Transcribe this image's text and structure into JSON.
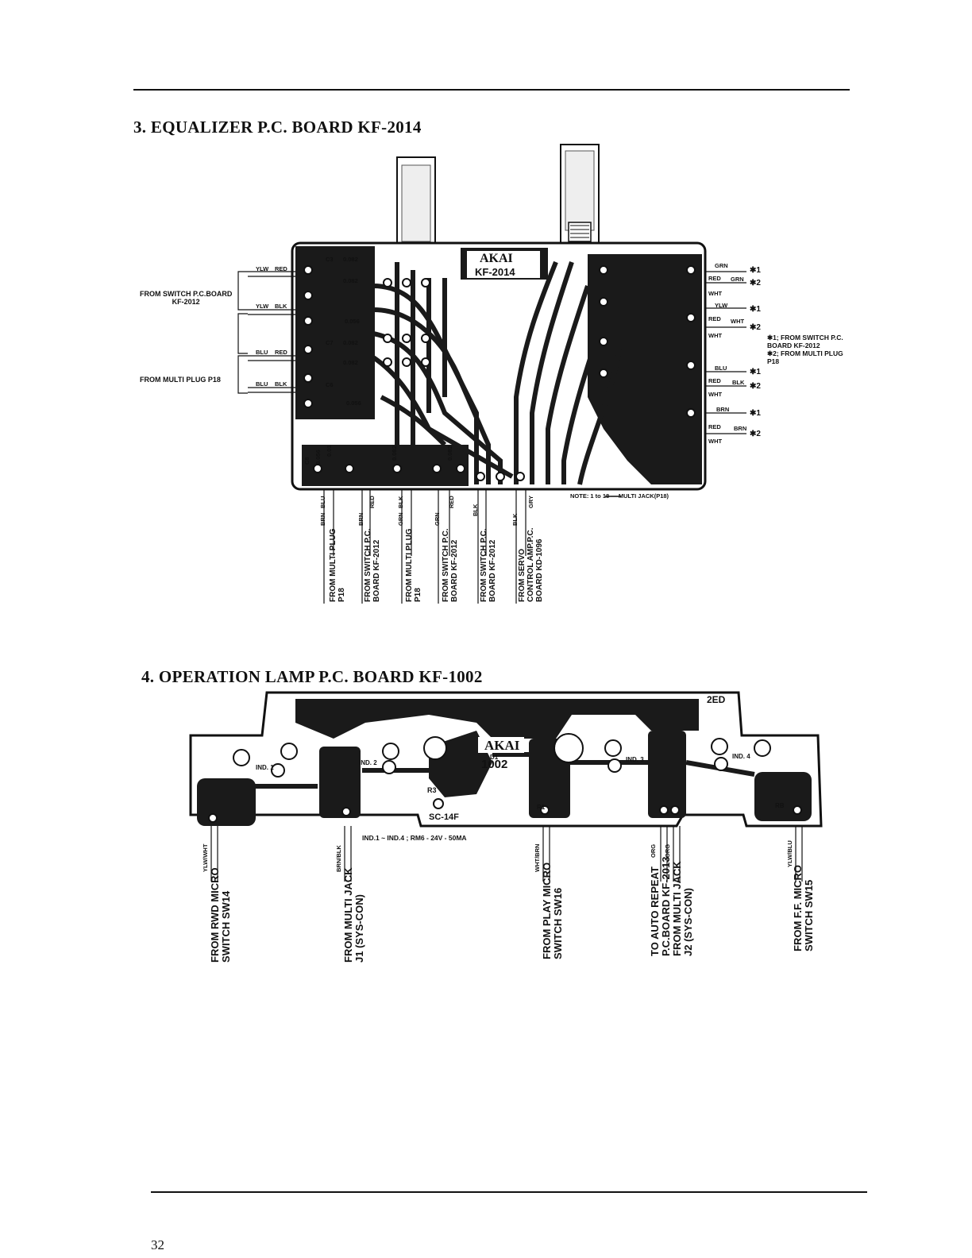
{
  "section3": {
    "heading": "3. EQUALIZER P.C. BOARD KF-2014",
    "board_logo": "AKAI",
    "board_code": "KF-2014",
    "left_labels": {
      "from_switch": "FROM SWITCH P.C.BOARD\nKF-2012",
      "from_multi": "FROM MULTI PLUG P18"
    },
    "left_wires": [
      "YLW",
      "RED",
      "YLW",
      "BLK",
      "BLU",
      "RED",
      "BLU",
      "BLK"
    ],
    "components": [
      "C3",
      "0.082",
      "0.082",
      "0.056",
      "C7",
      "0.082",
      "0.082",
      "C6",
      "0.056",
      "C8",
      "0.056",
      "0.01",
      "0.082",
      "0.082"
    ],
    "right_wires": [
      "GRN",
      "RED",
      "GRN",
      "WHT",
      "YLW",
      "RED",
      "WHT",
      "WHT",
      "BLU",
      "RED",
      "BLK",
      "WHT",
      "BRN",
      "RED",
      "BRN",
      "WHT"
    ],
    "right_refs": [
      "✱1",
      "✱2",
      "✱1",
      "✱2",
      "✱1",
      "✱2",
      "✱1",
      "✱2"
    ],
    "footnote": "✱1; FROM SWITCH P.C.\nBOARD KF-2012\n✱2; FROM MULTI PLUG\nP18",
    "note": "NOTE: 1 to 18 — MULTI JACK(P18)",
    "bottom_wires": [
      "BLU",
      "RED",
      "BLK",
      "RED",
      "BLK",
      "GRY",
      "BRN",
      "BRN",
      "GRN",
      "GRN",
      "BLK"
    ],
    "bottom_labels": [
      "FROM MULTI PLUG\nP18",
      "FROM SWITCH P.C.\nBOARD KF-2012",
      "FROM MULTI PLUG\nP18",
      "FROM SWITCH P.C.\nBOARD KF-2012",
      "FROM SWITCH P.C.\nBOARD KF-2012",
      "FROM SERVO\nCONTROL AMP.P.C.\nBOARD KD-1096"
    ]
  },
  "section4": {
    "heading": "4. OPERATION LAMP P.C. BOARD KF-1002",
    "board_logo": "AKAI",
    "board_code": "1002",
    "revision": "2ED",
    "lamps": [
      "IND. 1",
      "IND. 2",
      "IND. 3",
      "IND. 4"
    ],
    "parts": [
      "R3",
      "SC-14F",
      "D1",
      "RB",
      "R1"
    ],
    "spec": "IND.1 ~ IND.4 ; RM6 - 24V - 50MA",
    "wires": [
      "YLW/WHT",
      "BRN/BLK",
      "WHT/BRN",
      "ORG",
      "ORG",
      "YLW/BLU"
    ],
    "bottom_labels": [
      "FROM RWD MICRO\nSWITCH SW14",
      "FROM MULTI JACK\nJ1 (SYS-CON)",
      "FROM PLAY MICRO\nSWITCH SW16",
      "TO AUTO REPEAT\nP.C.BOARD KF-2013\nFROM MULTI JACK\nJ2 (SYS-CON)",
      "FROM F.F. MICRO\nSWITCH SW15"
    ]
  },
  "page_number": "32"
}
